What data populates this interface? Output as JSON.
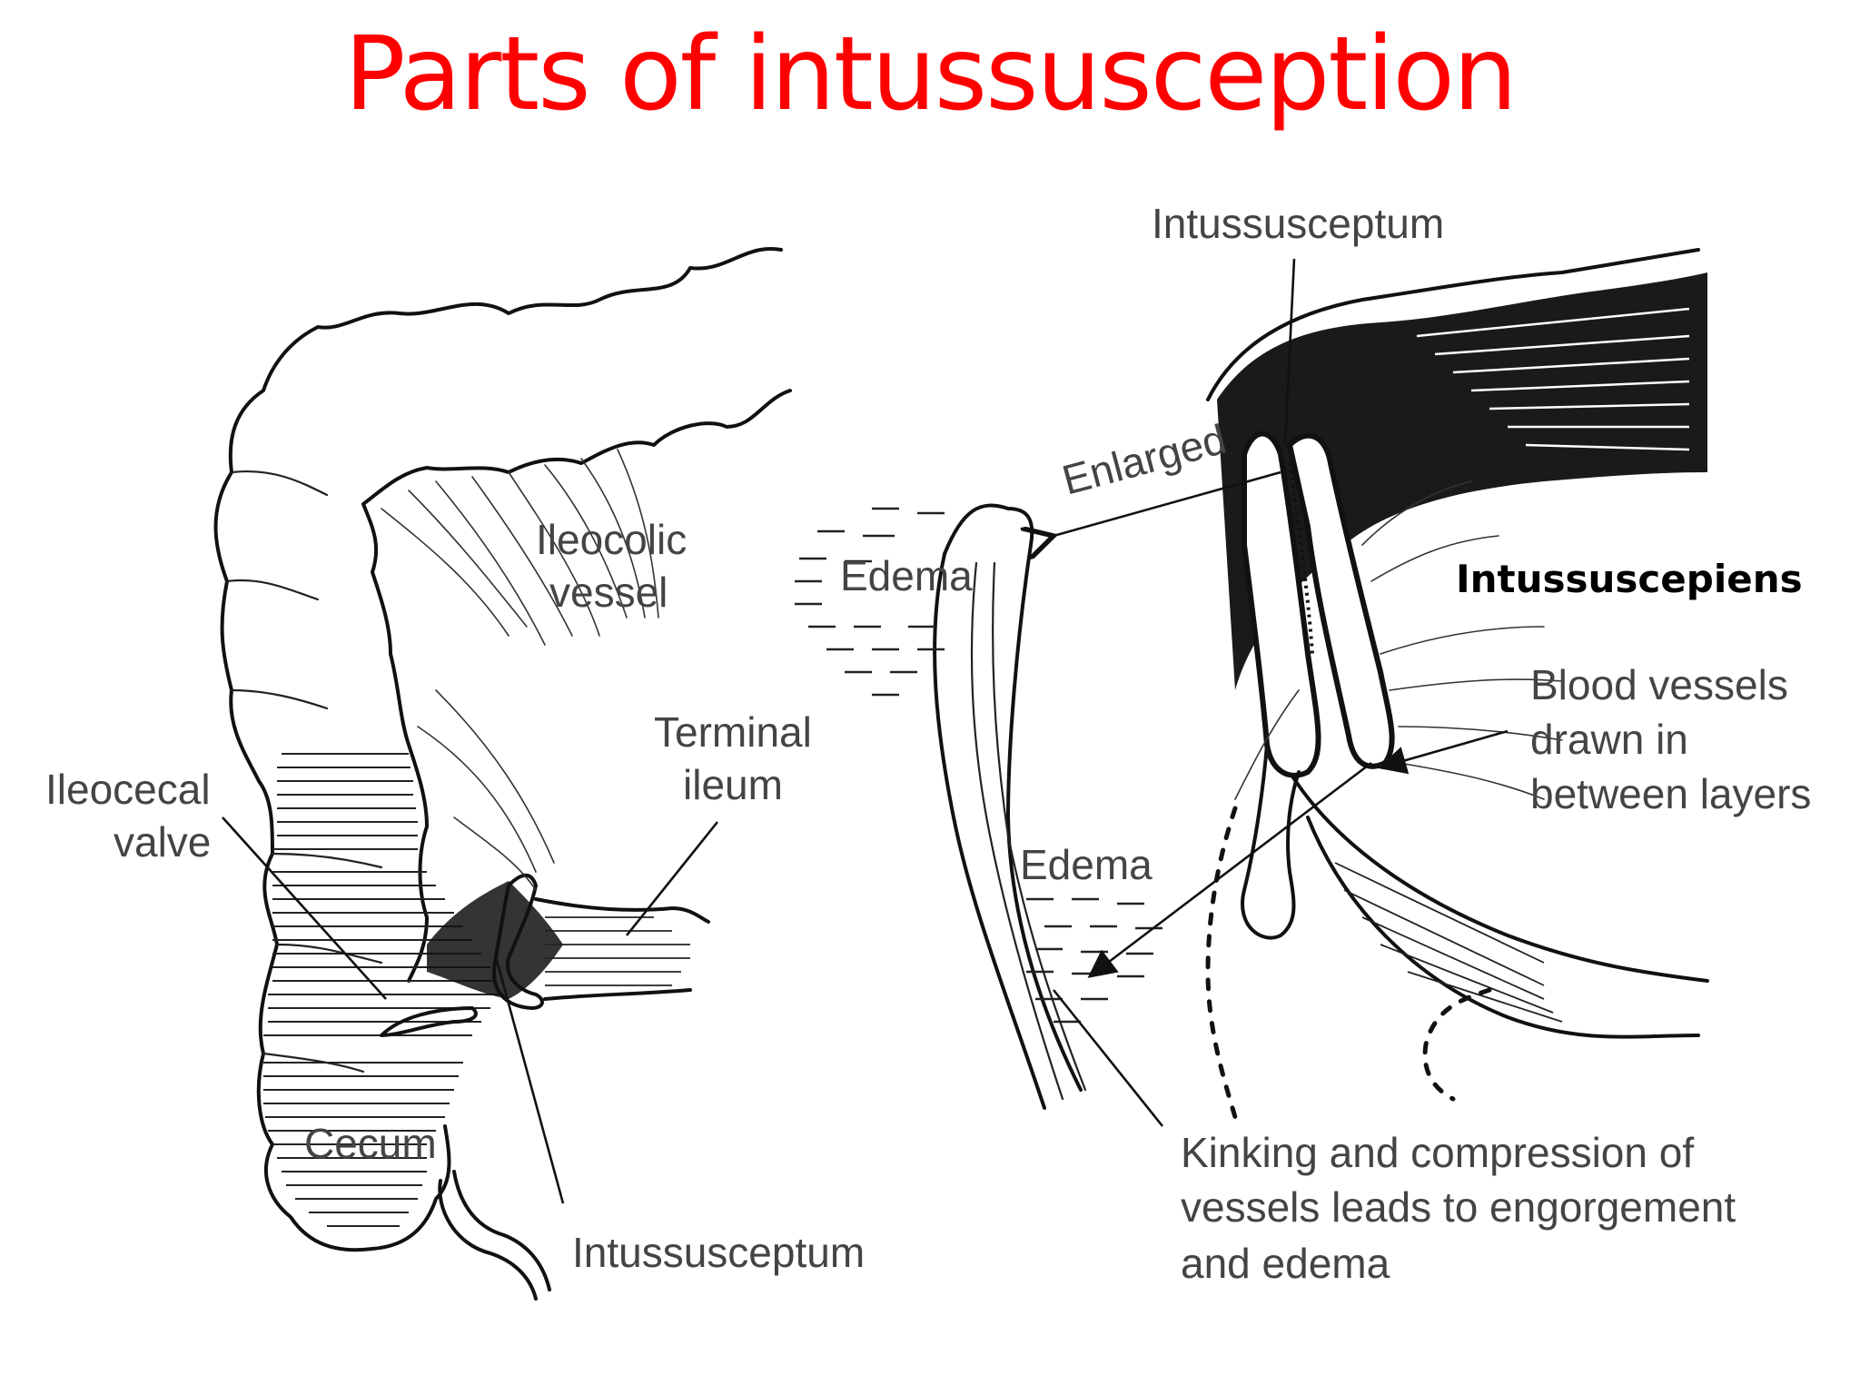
{
  "title": "Parts of intussusception",
  "left_figure": {
    "ileocolic_vessel_line1": "Ileocolic",
    "ileocolic_vessel_line2": "vessel",
    "terminal_ileum_line1": "Terminal",
    "terminal_ileum_line2": "ileum",
    "ileocecal_valve_line1": "Ileocecal",
    "ileocecal_valve_line2": "valve",
    "cecum": "Cecum",
    "intussusceptum": "Intussusceptum"
  },
  "right_figure": {
    "intussusceptum": "Intussusceptum",
    "enlarged": "Enlarged",
    "edema_top": "Edema",
    "edema_bottom": "Edema",
    "intussuscepiens": "Intussuscepiens",
    "blood_vessels_line1": "Blood vessels",
    "blood_vessels_line2": "drawn in",
    "blood_vessels_line3": "between layers",
    "kinking_line1": "Kinking and compression of",
    "kinking_line2": "vessels leads to engorgement",
    "kinking_line3": "and edema"
  },
  "colors": {
    "title": "#ff0000",
    "label": "#444444",
    "emphasis_label": "#000000",
    "ink": "#111111"
  }
}
